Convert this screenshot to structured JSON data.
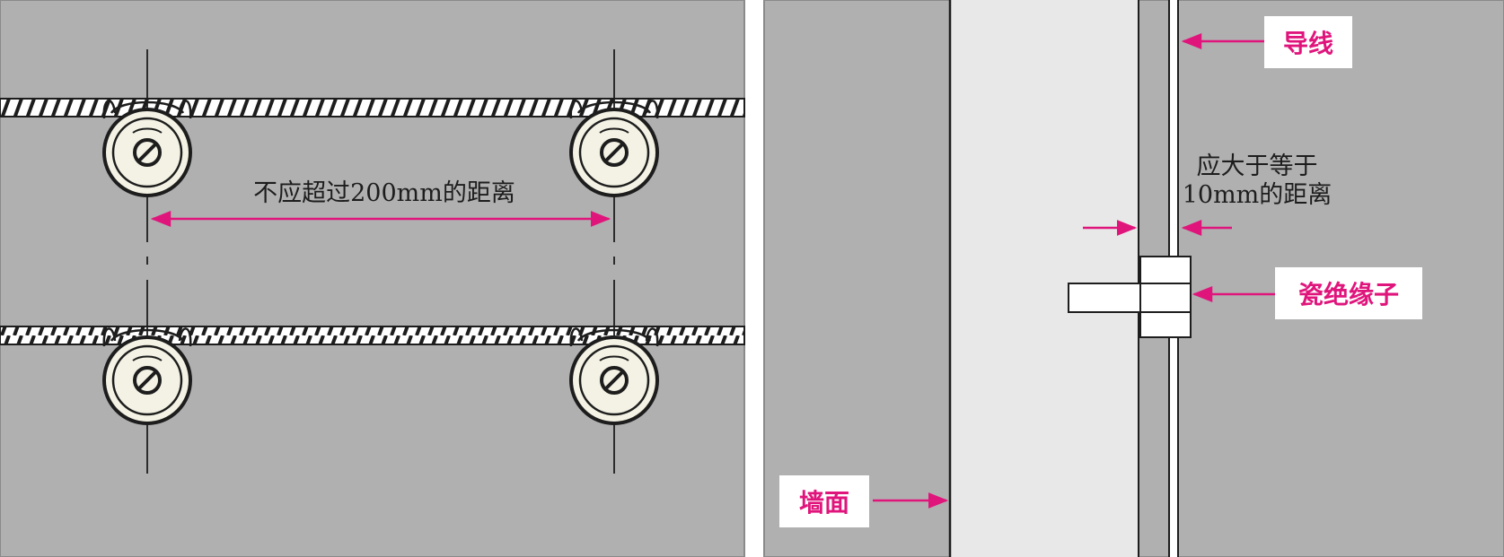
{
  "colors": {
    "background": "#b0b0b0",
    "accent": "#e0157c",
    "ink": "#1d1d1d",
    "insulator_fill": "#f4f2e4",
    "wall_face": "#e8e8e8"
  },
  "left_panel": {
    "spacing_label": "不应超过200mm的距离",
    "icon": "porcelain-insulator-icon"
  },
  "right_panel": {
    "wire_label": "导线",
    "clearance_label_line1": "应大于等于",
    "clearance_label_line2": "10mm的距离",
    "insulator_label": "瓷绝缘子",
    "wall_label": "墙面"
  }
}
